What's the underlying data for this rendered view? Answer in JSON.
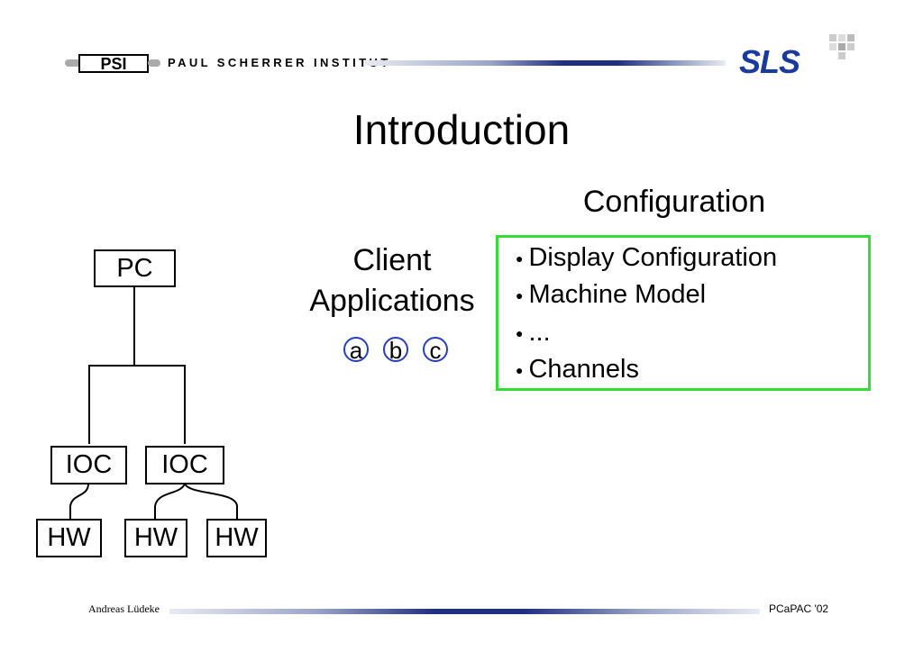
{
  "header": {
    "psi_logo_text": "PSI",
    "institute": "PAUL SCHERRER INSTITUT",
    "sls_logo_text": "SLS"
  },
  "title": "Introduction",
  "configuration": {
    "heading": "Configuration",
    "items": [
      "Display Configuration",
      "Machine Model",
      "...",
      "Channels"
    ]
  },
  "client": {
    "line1": "Client",
    "line2": "Applications",
    "apps": [
      "a",
      "b",
      "c"
    ]
  },
  "tree": {
    "root": "PC",
    "iocs": [
      "IOC",
      "IOC"
    ],
    "hardware": [
      "HW",
      "HW",
      "HW"
    ]
  },
  "footer": {
    "author": "Andreas Lüdeke",
    "event": "PCaPAC '02"
  }
}
